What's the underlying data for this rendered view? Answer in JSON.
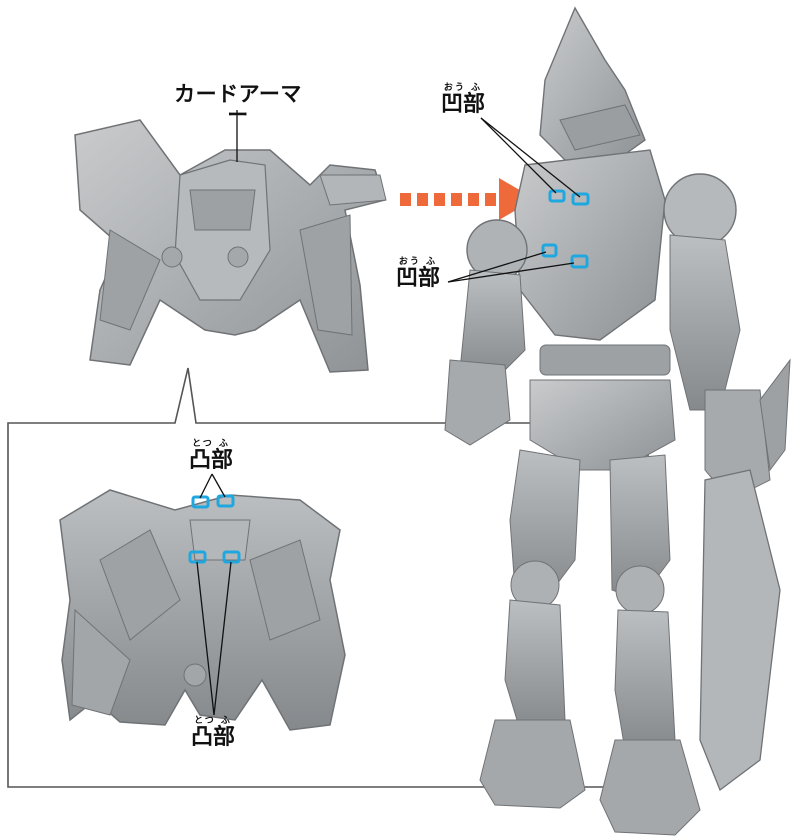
{
  "title": "カードアーマー",
  "labels": {
    "concave_top": {
      "ruby": "おう ふ",
      "text": "凹部"
    },
    "concave_mid": {
      "ruby": "おう ふ",
      "text": "凹部"
    },
    "convex_top": {
      "ruby": "とつ ふ",
      "text": "凸部"
    },
    "convex_bottom": {
      "ruby": "とつ ふ",
      "text": "凸部"
    }
  },
  "colors": {
    "highlight": "#1fa7e0",
    "arrow": "#ee6a3a",
    "figure": "#a9acae",
    "figure_dark": "#7f8386"
  }
}
